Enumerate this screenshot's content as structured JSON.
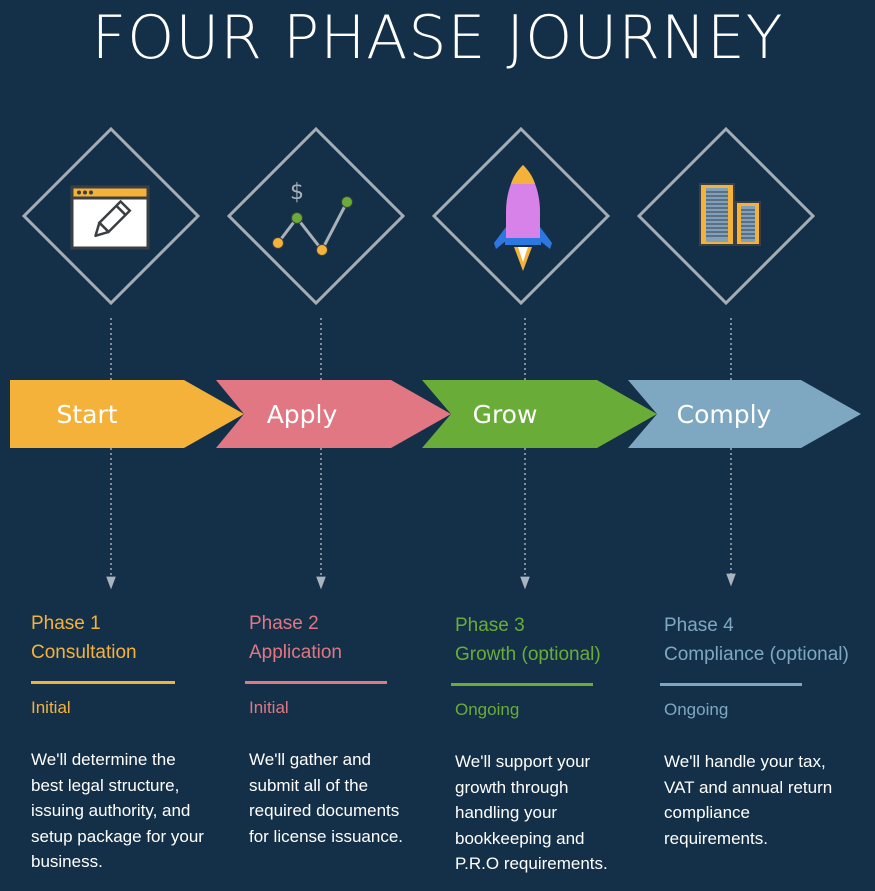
{
  "title": "FOUR PHASE JOURNEY",
  "colors": {
    "background": "#143049",
    "start": "#F5B23A",
    "apply": "#E07783",
    "grow": "#69AC38",
    "comply": "#7EA8C1"
  },
  "phases": [
    {
      "arrow_label": "Start",
      "icon": "browser-edit-icon",
      "number_label": "Phase 1",
      "name": "Consultation",
      "tag": "Initial",
      "description": "We'll determine the best legal structure, issuing authority, and setup package for your business."
    },
    {
      "arrow_label": "Apply",
      "icon": "dollar-chart-icon",
      "number_label": "Phase 2",
      "name": "Application",
      "tag": "Initial",
      "description": "We'll gather and submit all of the required documents for license issuance."
    },
    {
      "arrow_label": "Grow",
      "icon": "rocket-icon",
      "number_label": "Phase 3",
      "name": "Growth (optional)",
      "tag": "Ongoing",
      "description": "We'll support your growth through handling your bookkeeping and P.R.O requirements."
    },
    {
      "arrow_label": "Comply",
      "icon": "office-buildings-icon",
      "number_label": "Phase 4",
      "name": "Compliance (optional)",
      "tag": "Ongoing",
      "description": "We'll handle your tax, VAT and annual return compliance requirements."
    }
  ]
}
